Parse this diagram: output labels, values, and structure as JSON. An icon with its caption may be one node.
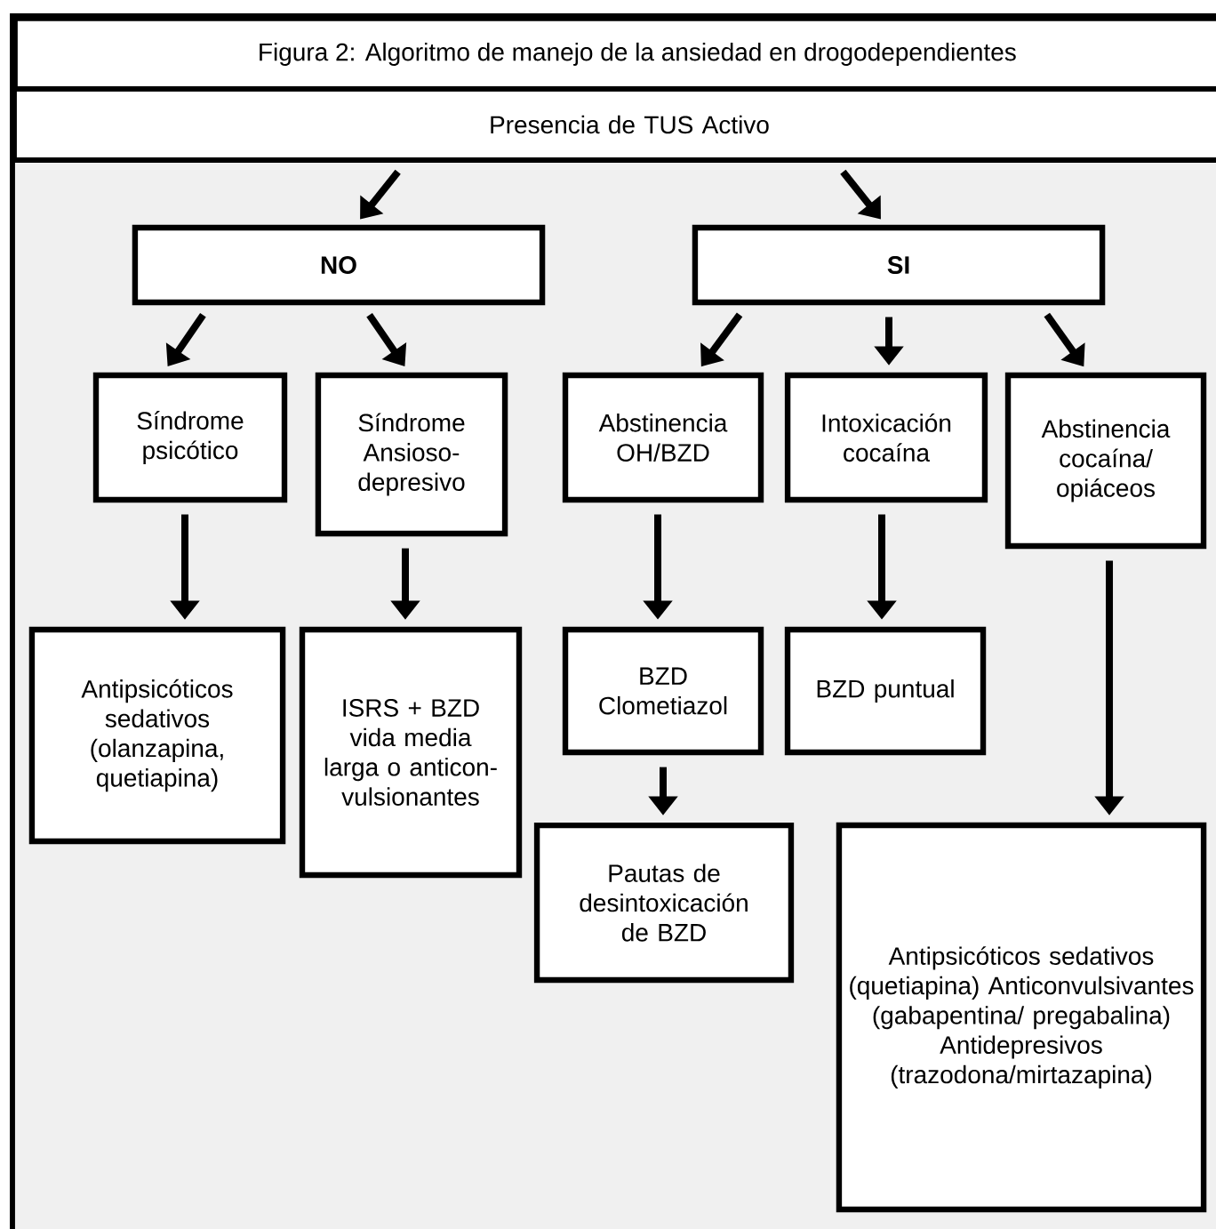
{
  "diagram": {
    "title": "Figura 2: Algoritmo de manejo de la ansiedad en drogodependientes",
    "nodes": [
      {
        "text": [
          "Presencia de TUS Activo"
        ]
      },
      {
        "text": [
          "NO"
        ]
      },
      {
        "text": [
          "SI"
        ]
      },
      {
        "text": [
          "Síndrome psicótico"
        ]
      },
      {
        "text": [
          "Síndrome Ansioso- depresivo"
        ]
      },
      {
        "text": [
          "Abstinencia OH/BZD"
        ]
      },
      {
        "text": [
          "Intoxicación cocaína"
        ]
      },
      {
        "text": [
          "Abstinencia cocaína/ opiáceos"
        ]
      },
      {
        "text": [
          "Antipsicóticos sedativos (olanzapina, quetiapina)"
        ]
      },
      {
        "text": [
          "ISRS + BZD vida media larga o anticon- vulsionantes"
        ]
      },
      {
        "text": [
          "BZD Clometiazol"
        ]
      },
      {
        "text": [
          "BZD puntual"
        ]
      },
      {
        "text": [
          "Pautas de desintoxicación de BZD"
        ]
      },
      {
        "text": [
          "Antipsicóticos sedativos (quetiapina) Anticonvulsivantes (gabapentina/ pregabalina) Antidepresivos (trazodona/mirtazapina)"
        ]
      }
    ],
    "edges": [
      {
        "from": 0,
        "to": 1,
        "arrow": "to"
      },
      {
        "from": 0,
        "to": 2,
        "arrow": "to"
      },
      {
        "from": 1,
        "to": 3,
        "arrow": "to"
      },
      {
        "from": 1,
        "to": 4,
        "arrow": "to"
      },
      {
        "from": 2,
        "to": 5,
        "arrow": "to"
      },
      {
        "from": 2,
        "to": 6,
        "arrow": "to"
      },
      {
        "from": 2,
        "to": 7,
        "arrow": "to"
      },
      {
        "from": 3,
        "to": 8,
        "arrow": "to"
      },
      {
        "from": 4,
        "to": 9,
        "arrow": "to"
      },
      {
        "from": 5,
        "to": 10,
        "arrow": "to"
      },
      {
        "from": 6,
        "to": 11,
        "arrow": "to"
      },
      {
        "from": 10,
        "to": 12,
        "arrow": "to"
      },
      {
        "from": 7,
        "to": 13,
        "arrow": "to"
      }
    ]
  }
}
